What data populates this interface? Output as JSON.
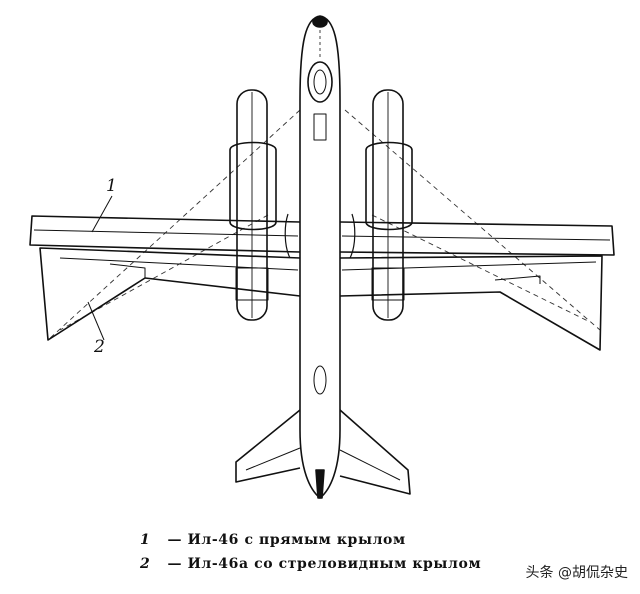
{
  "diagram": {
    "callouts": [
      "1",
      "2"
    ],
    "legend": [
      {
        "number": "1",
        "dash": "—",
        "text": "Ил-46 с прямым крылом"
      },
      {
        "number": "2",
        "dash": "—",
        "text": "Ил-46а со стреловидным крылом"
      }
    ]
  },
  "watermark": {
    "text": "头条 @胡侃杂史"
  },
  "colors": {
    "line": "#111111",
    "background": "#ffffff"
  }
}
